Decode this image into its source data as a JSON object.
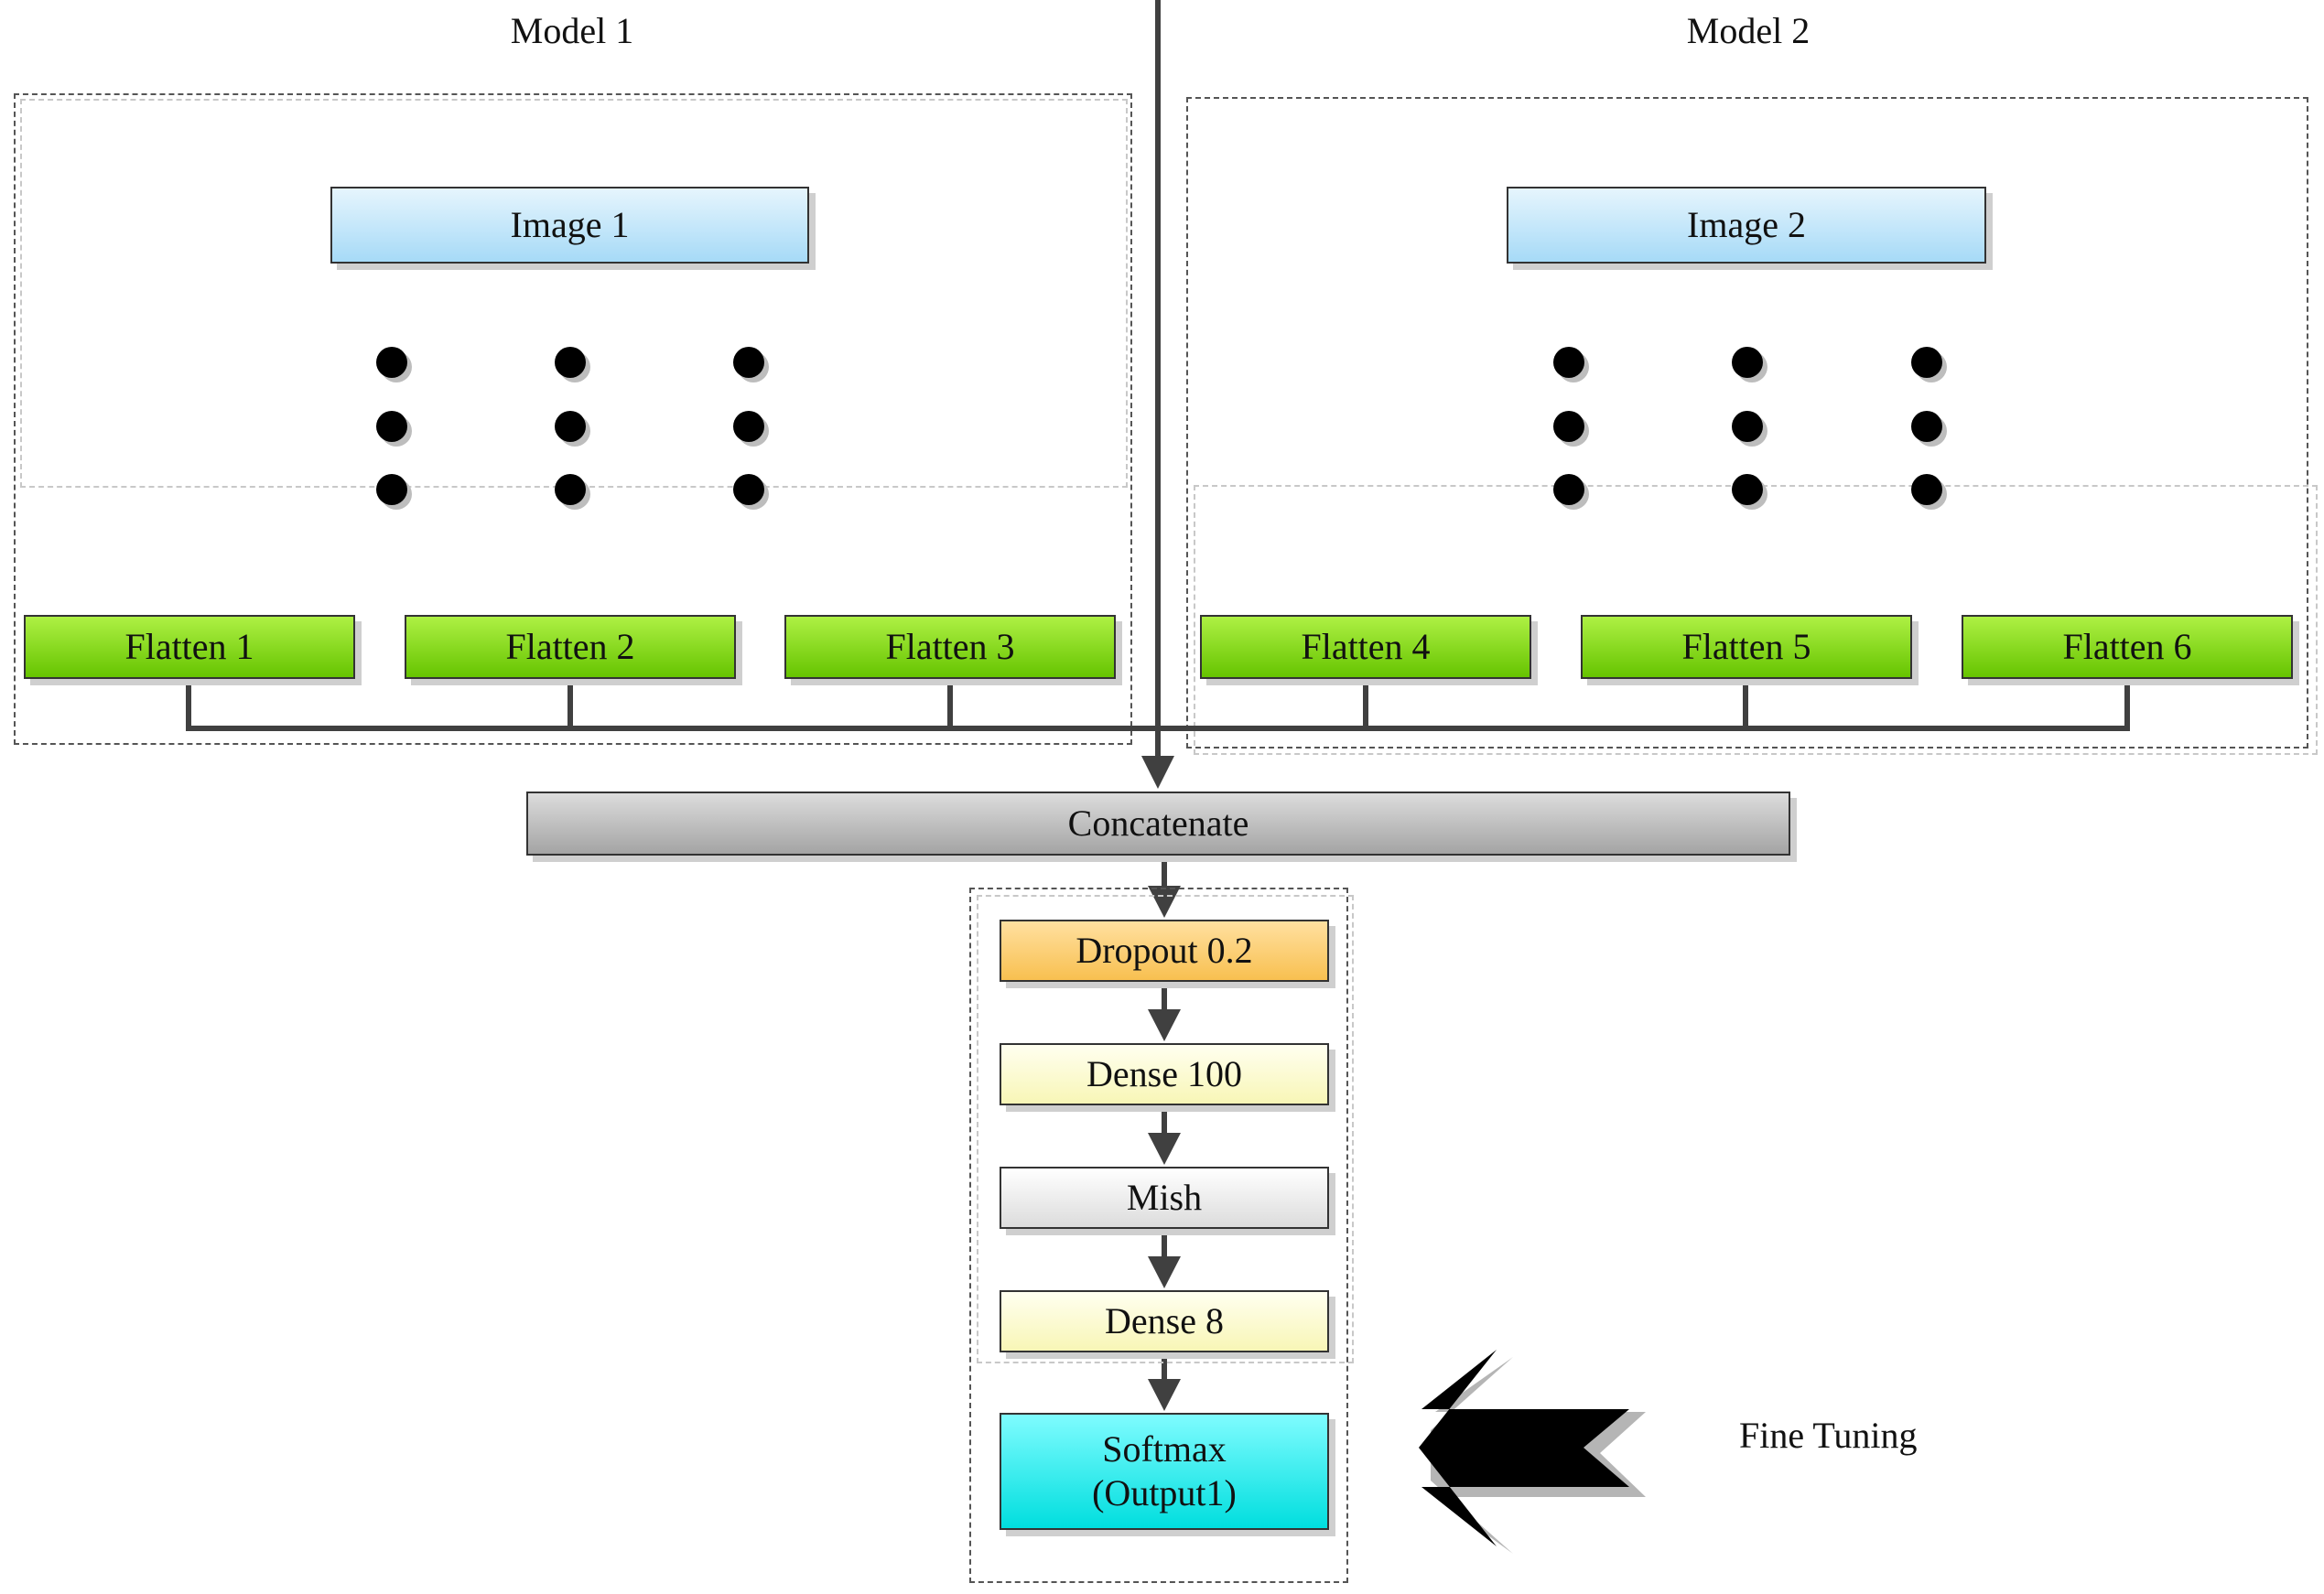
{
  "models": [
    {
      "title": "Model 1",
      "image": "Image 1",
      "flattens": [
        "Flatten 1",
        "Flatten 2",
        "Flatten 3"
      ]
    },
    {
      "title": "Model 2",
      "image": "Image 2",
      "flattens": [
        "Flatten 4",
        "Flatten 5",
        "Flatten 6"
      ]
    }
  ],
  "concatenate": "Concatenate",
  "head": {
    "dropout": "Dropout 0.2",
    "dense1": "Dense 100",
    "activation": "Mish",
    "dense2": "Dense 8",
    "output_line1": "Softmax",
    "output_line2": "(Output1)"
  },
  "annotation": "Fine Tuning",
  "colors": {
    "image": "#a6daf7",
    "flatten": "#66c400",
    "concatenate": "#a4a4a4",
    "dropout": "#f8c050",
    "dense": "#f8f6b6",
    "mish": "#dcdcdc",
    "softmax": "#00dede"
  }
}
